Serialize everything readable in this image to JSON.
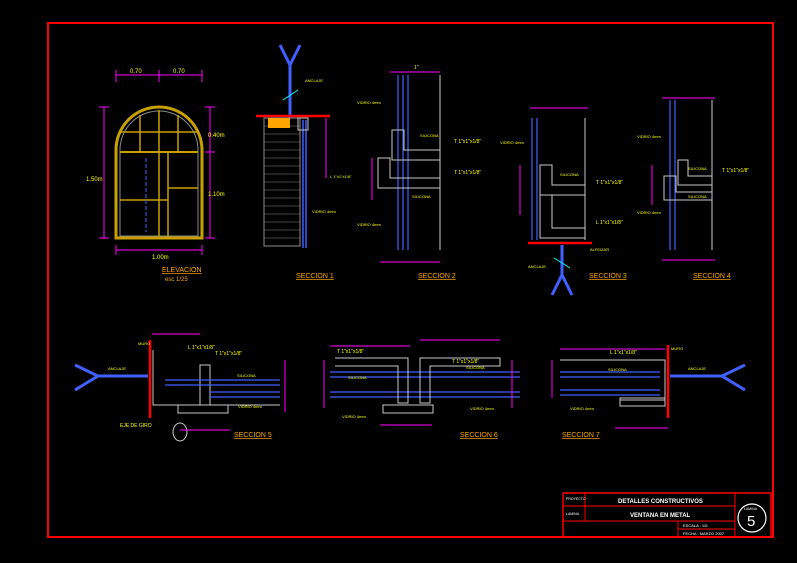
{
  "elevation": {
    "title": "ELEVACION",
    "scale": "esc 1/25",
    "dim_top_left": "0.70",
    "dim_top_right": "0.70",
    "dim_right_upper": "0.40m",
    "dim_right_lower": "1.10m",
    "dim_left": "1.50m",
    "dim_bottom": "1.00m"
  },
  "sections": {
    "s1": "SECCION  1",
    "s2": "SECCION  2",
    "s3": "SECCION  3",
    "s4": "SECCION 4",
    "s5": "SECCION  5",
    "s6": "SECCION  6",
    "s7": "SECCION  7"
  },
  "labels": {
    "vidrio": "VIDRIO 4mm",
    "silicona": "SILICONA",
    "t_profile": "T 1\"x1\"x1/8\"",
    "t_profile_b": "T 1\"x1\"x1/8\"",
    "l_profile": "L 1\"x1\"x1/8\"",
    "anclaje": "ANCLAJE",
    "muro": "MURO",
    "alfeizar": "ALFEIZAR",
    "eje_giro": "EJE DE GIRO",
    "dim_1": "1\""
  },
  "title_block": {
    "row1_label": "PROYECTO :",
    "row1_value": "DETALLES CONSTRUCTIVOS",
    "row2_label": "LAMINA",
    "row2_value": "VENTANA EN METAL",
    "scale": "ESCALA : 1/5",
    "date": "FECHA : MARZO 2007",
    "sheet_label": "LAMINA",
    "sheet_number": "5"
  }
}
